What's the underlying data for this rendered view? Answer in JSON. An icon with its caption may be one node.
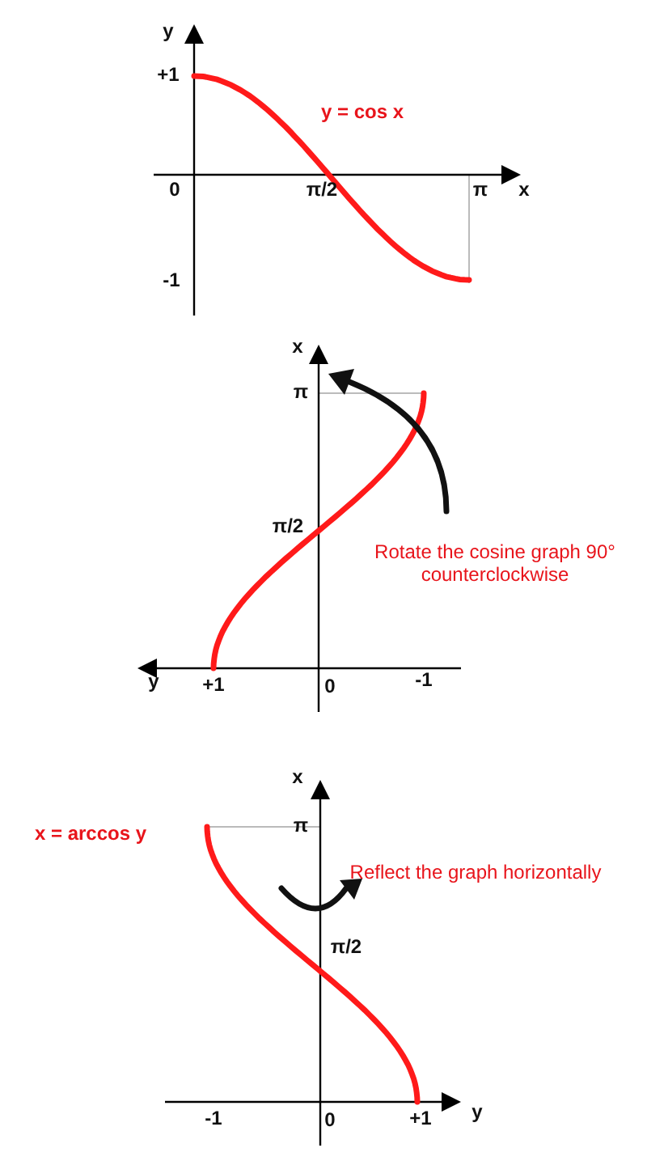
{
  "diagram": {
    "labels": [
      "y",
      "+1",
      "y = cos x",
      "0",
      "π/2",
      "π",
      "x",
      "-1",
      "x",
      "π",
      "π/2",
      "Rotate the cosine graph 90° counterclockwise",
      "y",
      "+1",
      "0",
      "-1",
      "x",
      "x = arccos y",
      "π",
      "Reflect the graph horizontally",
      "π/2",
      "-1",
      "0",
      "+1",
      "y"
    ]
  }
}
